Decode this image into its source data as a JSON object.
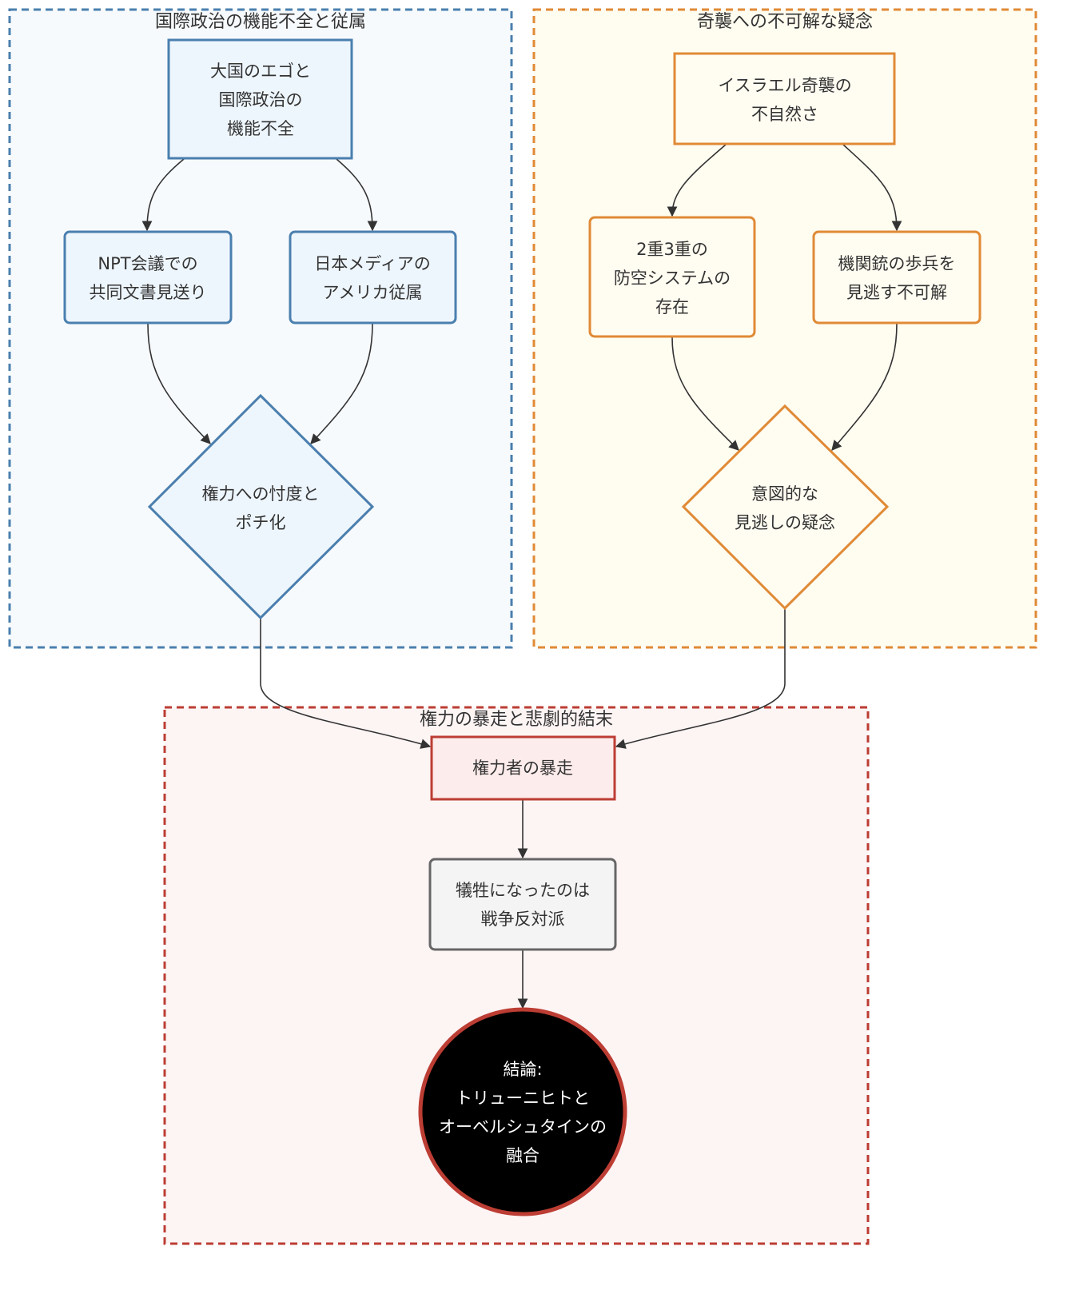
{
  "diagram": {
    "type": "flowchart",
    "direction": "top-down",
    "colors": {
      "blue_stroke": "#4a7fae",
      "blue_fill": "#eef6fd",
      "blue_cluster_fill": "#f7fafd",
      "orange_stroke": "#e08a36",
      "orange_fill": "#fffcf1",
      "orange_cluster_fill": "#fffcf0",
      "red_stroke": "#bc3d33",
      "red_fill": "#fdecec",
      "red_cluster_fill": "#fdf4f4",
      "gray_stroke": "#666666",
      "gray_fill": "#f4f4f4",
      "black_fill": "#000000",
      "edge": "#333333",
      "text": "#333333",
      "text_light": "#ffffff"
    },
    "clusters": [
      {
        "id": "dysfunction",
        "title": "国際政治の機能不全と従属",
        "color": "blue"
      },
      {
        "id": "suspicion",
        "title": "奇襲への不可解な疑念",
        "color": "orange"
      },
      {
        "id": "tragedy",
        "title": "権力の暴走と悲劇的結末",
        "color": "red"
      }
    ],
    "nodes": {
      "A": {
        "shape": "rect",
        "cluster": "dysfunction",
        "lines": [
          "大国のエゴと",
          "国際政治の",
          "機能不全"
        ]
      },
      "B": {
        "shape": "rounded",
        "cluster": "dysfunction",
        "lines": [
          "NPT会議での",
          "共同文書見送り"
        ]
      },
      "C": {
        "shape": "rounded",
        "cluster": "dysfunction",
        "lines": [
          "日本メディアの",
          "アメリカ従属"
        ]
      },
      "D": {
        "shape": "diamond",
        "cluster": "dysfunction",
        "lines": [
          "権力への忖度と",
          "ポチ化"
        ]
      },
      "E": {
        "shape": "rect",
        "cluster": "suspicion",
        "lines": [
          "イスラエル奇襲の",
          "不自然さ"
        ]
      },
      "F": {
        "shape": "rounded",
        "cluster": "suspicion",
        "lines": [
          "2重3重の",
          "防空システムの",
          "存在"
        ]
      },
      "G": {
        "shape": "rounded",
        "cluster": "suspicion",
        "lines": [
          "機関銃の歩兵を",
          "見逃す不可解"
        ]
      },
      "H": {
        "shape": "diamond",
        "cluster": "suspicion",
        "lines": [
          "意図的な",
          "見逃しの疑念"
        ]
      },
      "I": {
        "shape": "rect",
        "cluster": "tragedy",
        "lines": [
          "権力者の暴走"
        ]
      },
      "J": {
        "shape": "rounded",
        "cluster": "tragedy",
        "lines": [
          "犠牲になったのは",
          "戦争反対派"
        ]
      },
      "K": {
        "shape": "circle",
        "cluster": "tragedy",
        "lines": [
          "結論:",
          "トリューニヒトと",
          "オーベルシュタインの",
          "融合"
        ]
      }
    },
    "edges": [
      {
        "from": "A",
        "to": "B"
      },
      {
        "from": "A",
        "to": "C"
      },
      {
        "from": "B",
        "to": "D"
      },
      {
        "from": "C",
        "to": "D"
      },
      {
        "from": "E",
        "to": "F"
      },
      {
        "from": "E",
        "to": "G"
      },
      {
        "from": "F",
        "to": "H"
      },
      {
        "from": "G",
        "to": "H"
      },
      {
        "from": "D",
        "to": "I"
      },
      {
        "from": "H",
        "to": "I"
      },
      {
        "from": "I",
        "to": "J"
      },
      {
        "from": "J",
        "to": "K"
      }
    ]
  }
}
